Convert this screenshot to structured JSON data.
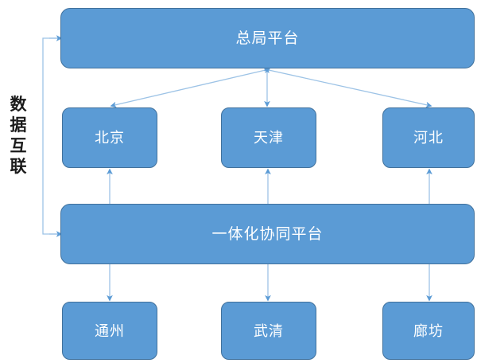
{
  "diagram": {
    "title_text": "数据互联",
    "colors": {
      "node_fill": "#5B9BD5",
      "node_border": "#41719C",
      "node_text": "#FFFFFF",
      "edge_line": "#9DC3E6",
      "edge_head": "#5B9BD5",
      "side_label_text": "#1A1A1A",
      "background": "#FFFFFF"
    },
    "side_label": {
      "name": "data-interconnection-label",
      "text": "数据互联",
      "chars": [
        "数",
        "据",
        "互",
        "联"
      ],
      "orientation": "vertical"
    },
    "tiers": [
      {
        "id": "top",
        "nodes": [
          {
            "id": "bureau-platform",
            "label": "总局平台"
          }
        ]
      },
      {
        "id": "city",
        "nodes": [
          {
            "id": "beijing",
            "label": "北京"
          },
          {
            "id": "tianjin",
            "label": "天津"
          },
          {
            "id": "hebei",
            "label": "河北"
          }
        ]
      },
      {
        "id": "mid",
        "nodes": [
          {
            "id": "integrated-platform",
            "label": "一体化协同平台"
          }
        ]
      },
      {
        "id": "sub",
        "nodes": [
          {
            "id": "tongzhou",
            "label": "通州"
          },
          {
            "id": "wuqing",
            "label": "武清"
          },
          {
            "id": "langfang",
            "label": "廊坊"
          }
        ]
      }
    ],
    "edges": [
      {
        "id": "bureau-to-beijing",
        "from": "bureau-platform",
        "to": "beijing",
        "direction": "both"
      },
      {
        "id": "bureau-to-tianjin",
        "from": "bureau-platform",
        "to": "tianjin",
        "direction": "both"
      },
      {
        "id": "bureau-to-hebei",
        "from": "bureau-platform",
        "to": "hebei",
        "direction": "both"
      },
      {
        "id": "integrated-to-beijing",
        "from": "integrated-platform",
        "to": "beijing",
        "direction": "up"
      },
      {
        "id": "integrated-to-tianjin",
        "from": "integrated-platform",
        "to": "tianjin",
        "direction": "up"
      },
      {
        "id": "integrated-to-hebei",
        "from": "integrated-platform",
        "to": "hebei",
        "direction": "up"
      },
      {
        "id": "integrated-to-tongzhou",
        "from": "integrated-platform",
        "to": "tongzhou",
        "direction": "down"
      },
      {
        "id": "integrated-to-wuqing",
        "from": "integrated-platform",
        "to": "wuqing",
        "direction": "down"
      },
      {
        "id": "integrated-to-langfang",
        "from": "integrated-platform",
        "to": "langfang",
        "direction": "down"
      },
      {
        "id": "interconnect-bracket-to-bureau",
        "from": "data-interconnection-label",
        "to": "bureau-platform",
        "direction": "right"
      },
      {
        "id": "interconnect-bracket-to-integrated",
        "from": "data-interconnection-label",
        "to": "integrated-platform",
        "direction": "right"
      }
    ]
  }
}
